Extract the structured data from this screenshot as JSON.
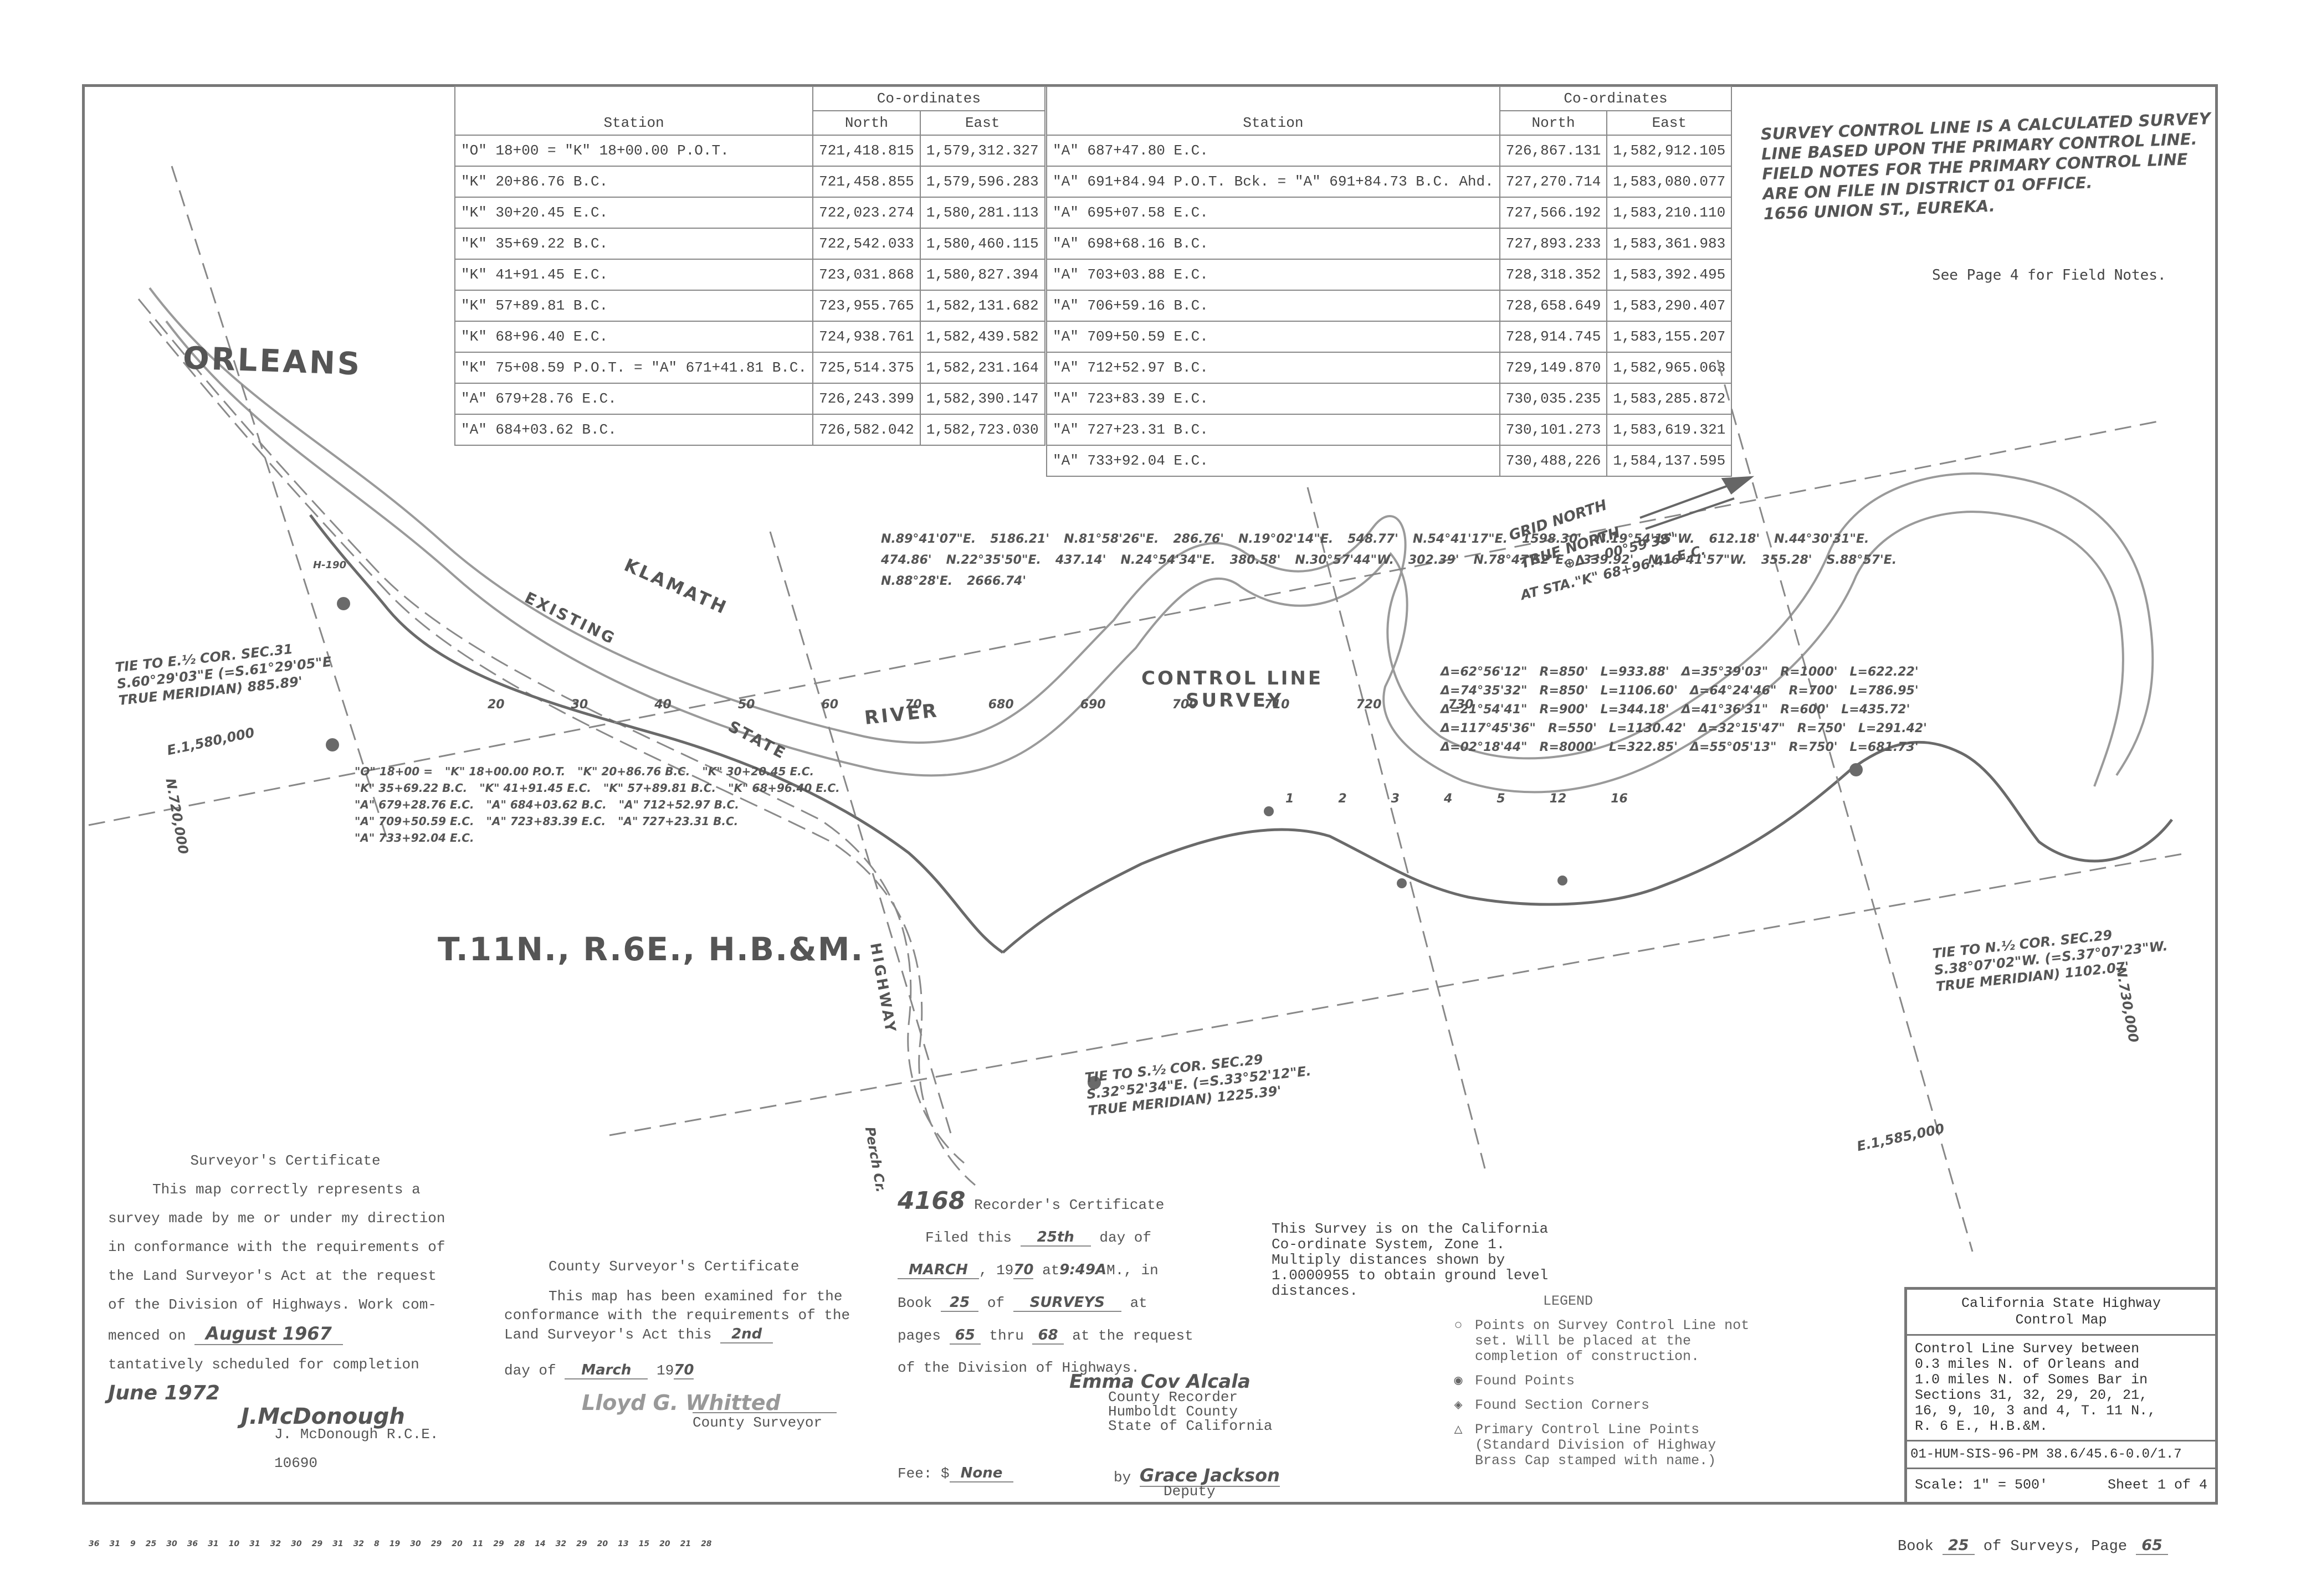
{
  "tables": {
    "left": {
      "group_header": "Co-ordinates",
      "col_station": "Station",
      "col_north": "North",
      "col_east": "East",
      "rows": [
        {
          "station": "\"O\" 18+00 = \"K\" 18+00.00 P.O.T.",
          "north": "721,418.815",
          "east": "1,579,312.327"
        },
        {
          "station": "\"K\" 20+86.76 B.C.",
          "north": "721,458.855",
          "east": "1,579,596.283"
        },
        {
          "station": "\"K\" 30+20.45 E.C.",
          "north": "722,023.274",
          "east": "1,580,281.113"
        },
        {
          "station": "\"K\" 35+69.22 B.C.",
          "north": "722,542.033",
          "east": "1,580,460.115"
        },
        {
          "station": "\"K\" 41+91.45 E.C.",
          "north": "723,031.868",
          "east": "1,580,827.394"
        },
        {
          "station": "\"K\" 57+89.81 B.C.",
          "north": "723,955.765",
          "east": "1,582,131.682"
        },
        {
          "station": "\"K\" 68+96.40 E.C.",
          "north": "724,938.761",
          "east": "1,582,439.582"
        },
        {
          "station": "\"K\" 75+08.59 P.O.T. = \"A\" 671+41.81 B.C.",
          "north": "725,514.375",
          "east": "1,582,231.164"
        },
        {
          "station": "\"A\" 679+28.76 E.C.",
          "north": "726,243.399",
          "east": "1,582,390.147"
        },
        {
          "station": "\"A\" 684+03.62 B.C.",
          "north": "726,582.042",
          "east": "1,582,723.030"
        }
      ]
    },
    "right": {
      "group_header": "Co-ordinates",
      "col_station": "Station",
      "col_north": "North",
      "col_east": "East",
      "rows": [
        {
          "station": "\"A\" 687+47.80 E.C.",
          "north": "726,867.131",
          "east": "1,582,912.105"
        },
        {
          "station": "\"A\" 691+84.94 P.O.T. Bck. = \"A\" 691+84.73 B.C. Ahd.",
          "north": "727,270.714",
          "east": "1,583,080.077"
        },
        {
          "station": "\"A\" 695+07.58 E.C.",
          "north": "727,566.192",
          "east": "1,583,210.110"
        },
        {
          "station": "\"A\" 698+68.16 B.C.",
          "north": "727,893.233",
          "east": "1,583,361.983"
        },
        {
          "station": "\"A\" 703+03.88 E.C.",
          "north": "728,318.352",
          "east": "1,583,392.495"
        },
        {
          "station": "\"A\" 706+59.16 B.C.",
          "north": "728,658.649",
          "east": "1,583,290.407"
        },
        {
          "station": "\"A\" 709+50.59 E.C.",
          "north": "728,914.745",
          "east": "1,583,155.207"
        },
        {
          "station": "\"A\" 712+52.97 B.C.",
          "north": "729,149.870",
          "east": "1,582,965.063"
        },
        {
          "station": "\"A\" 723+83.39 E.C.",
          "north": "730,035.235",
          "east": "1,583,285.872"
        },
        {
          "station": "\"A\" 727+23.31 B.C.",
          "north": "730,101.273",
          "east": "1,583,619.321"
        },
        {
          "station": "\"A\" 733+92.04 E.C.",
          "north": "730,488,226",
          "east": "1,584,137.595"
        }
      ]
    }
  },
  "notes": {
    "survey_note": [
      "SURVEY CONTROL LINE IS A CALCULATED SURVEY",
      "LINE BASED UPON THE PRIMARY CONTROL LINE.",
      "FIELD NOTES FOR THE PRIMARY CONTROL LINE",
      "ARE ON FILE IN DISTRICT 01 OFFICE.",
      "1656 UNION ST., EUREKA."
    ],
    "field_notes": "See Page 4 for Field Notes."
  },
  "map_labels": {
    "orleans": "ORLEANS",
    "klamath": "KLAMATH",
    "river": "RIVER",
    "existing": "EXISTING",
    "state": "STATE",
    "highway": "HIGHWAY",
    "control_line_survey_1": "CONTROL LINE",
    "control_line_survey_2": "SURVEY",
    "township": "T.11N., R.6E., H.B.&M.",
    "grid_north": "GRID NORTH",
    "true_north": "TRUE NORTH",
    "north_angle": "⊕Δ = 00°59'38\"",
    "north_station": "AT STA.\"K\" 68+96.41 E.C.",
    "tie_1": [
      "TIE TO E.½ COR. SEC.31",
      "S.60°29'03\"E (=S.61°29'05\"E",
      "TRUE MERIDIAN) 885.89'"
    ],
    "tie_2": [
      "TIE TO S.½ COR. SEC.29",
      "S.32°52'34\"E. (=S.33°52'12\"E.",
      "TRUE MERIDIAN) 1225.39'"
    ],
    "tie_3": [
      "TIE TO N.½ COR. SEC.29",
      "S.38°07'02\"W. (=S.37°07'23\"W.",
      "TRUE MERIDIAN) 1102.07'"
    ],
    "e1580000": "E.1,580,000",
    "n720000": "N.720,000",
    "e1585000": "E.1,585,000",
    "n730000": "N.730,000",
    "perch_cr": "Perch Cr.",
    "bearings": [
      "N.89°41'07\"E.",
      "5186.21'",
      "N.81°58'26\"E.",
      "286.76'",
      "N.19°02'14\"E.",
      "548.77'",
      "N.54°41'17\"E.",
      "1598.30'",
      "N.19°54'15\"W.",
      "612.18'",
      "N.44°30'31\"E.",
      "474.86'",
      "N.22°35'50\"E.",
      "437.14'",
      "N.24°54'34\"E.",
      "380.58'",
      "N.30°57'44\"W.",
      "302.39'",
      "N.78°47'52\"E.",
      "339.92'",
      "N.16°41'57\"W.",
      "355.28'",
      "S.88°57'E.",
      "N.88°28'E.",
      "2666.74'"
    ],
    "curves": [
      "Δ=62°56'12\"",
      "R=850'",
      "L=933.88'",
      "Δ=35°39'03\"",
      "R=1000'",
      "L=622.22'",
      "Δ=74°35'32\"",
      "R=850'",
      "L=1106.60'",
      "Δ=64°24'46\"",
      "R=700'",
      "L=786.95'",
      "Δ=21°54'41\"",
      "R=900'",
      "L=344.18'",
      "Δ=41°36'31\"",
      "R=600'",
      "L=435.72'",
      "Δ=117°45'36\"",
      "R=550'",
      "L=1130.42'",
      "Δ=32°15'47\"",
      "R=750'",
      "L=291.42'",
      "Δ=02°18'44\"",
      "R=8000'",
      "L=322.85'",
      "Δ=55°05'13\"",
      "R=750'",
      "L=681.73'"
    ],
    "stations_small": [
      "\"O\" 18+00 =",
      "\"K\" 18+00.00 P.O.T.",
      "\"K\" 20+86.76 B.C.",
      "\"K\" 30+20.45 E.C.",
      "\"K\" 35+69.22 B.C.",
      "\"K\" 41+91.45 E.C.",
      "\"K\" 57+89.81 B.C.",
      "\"K\" 68+96.40 E.C.",
      "\"A\" 679+28.76 E.C.",
      "\"A\" 684+03.62 B.C.",
      "\"A\" 712+52.97 B.C.",
      "\"A\" 709+50.59 E.C.",
      "\"A\" 723+83.39 E.C.",
      "\"A\" 727+23.31 B.C.",
      "\"A\" 733+92.04 E.C."
    ],
    "stationing_numbers": [
      "20",
      "30",
      "40",
      "50",
      "60",
      "70",
      "680",
      "690",
      "700",
      "710",
      "720",
      "730"
    ],
    "section_corners": [
      "36",
      "31",
      "9",
      "25",
      "30",
      "36",
      "31",
      "10",
      "31",
      "32",
      "30",
      "29",
      "31",
      "32",
      "8",
      "19",
      "30",
      "29",
      "20",
      "11",
      "29",
      "28",
      "14",
      "32",
      "29",
      "20",
      "13",
      "15",
      "20",
      "21",
      "28"
    ],
    "control_points": [
      "1",
      "2",
      "3",
      "4",
      "5",
      "12",
      "16"
    ],
    "h190": "H-190"
  },
  "surveyor_cert": {
    "title": "Surveyor's Certificate",
    "lines": [
      "This map correctly represents a",
      "survey made by me or under my direction",
      "in conformance with the requirements of",
      "the Land Surveyor's Act at the request",
      "of the Division of Highways.  Work com-",
      "menced on",
      "tantatively scheduled for completion"
    ],
    "commenced_date": "August 1967",
    "completion_date": "June 1972",
    "signature": "J.McDonough",
    "name": "J. McDonough R.C.E. 10690"
  },
  "county_surveyor_cert": {
    "title": "County Surveyor's Certificate",
    "lines": [
      "This map has been examined for the",
      "conformance with the requirements of the",
      "Land Surveyor's Act this"
    ],
    "day_value": "2nd",
    "day_of": "day of",
    "month_value": "March",
    "year_prefix": "19",
    "year_value": "70",
    "signature": "Lloyd G. Whitted",
    "signature_label": "County Surveyor"
  },
  "recorder_cert": {
    "number": "4168",
    "title": "Recorder's Certificate",
    "filed_this": "Filed this",
    "day_value": "25th",
    "day_of": "day of",
    "month_value": "MARCH",
    "year_prefix": ", 19",
    "year_value": "70",
    "at": "at",
    "time_value": "9:49A",
    "time_suffix": "M., in",
    "book": "Book",
    "book_value": "25",
    "of": "of",
    "of_value": "SURVEYS",
    "at2": "at",
    "pages": "pages",
    "pages_from": "65",
    "thru": "thru",
    "pages_to": "68",
    "at_request": "at the request",
    "division": "of the Division of Highways.",
    "recorder_signature": "Emma Cov Alcala",
    "recorder_lines": [
      "County Recorder",
      "Humboldt County",
      "State of California"
    ],
    "fee_label": "Fee: $",
    "fee_value": "None",
    "by": "by",
    "deputy_signature": "Grace Jackson",
    "deputy_label": "Deputy"
  },
  "system_note": [
    "This Survey is on the California",
    "Co-ordinate System, Zone 1.",
    "Multiply distances shown by",
    "1.0000955 to obtain ground level",
    "distances."
  ],
  "legend": {
    "title": "LEGEND",
    "items": [
      {
        "symbol": "○",
        "text": "Points on Survey Control Line not set.  Will be placed at the completion of construction."
      },
      {
        "symbol": "◉",
        "text": "Found Points"
      },
      {
        "symbol": "◈",
        "text": "Found Section Corners"
      },
      {
        "symbol": "△",
        "text": "Primary Control Line Points (Standard Division of Highway Brass Cap stamped with name.)"
      }
    ]
  },
  "title_block": {
    "line1": "California State Highway",
    "line2": "Control Map",
    "desc": [
      "Control Line Survey between",
      "0.3 miles N. of Orleans and",
      "1.0 miles N. of Somes Bar in",
      "Sections 31, 32, 29, 20, 21,",
      "16, 9, 10, 3 and 4, T. 11 N.,",
      "R. 6 E., H.B.&M."
    ],
    "code": "01-HUM-SIS-96-PM 38.6/45.6-0.0/1.7",
    "scale": "Scale:  1\" = 500'",
    "sheet": "Sheet 1 of 4"
  },
  "footer": {
    "book": "Book",
    "book_value": "25",
    "of_surveys": "of Surveys, Page",
    "page_value": "65"
  }
}
